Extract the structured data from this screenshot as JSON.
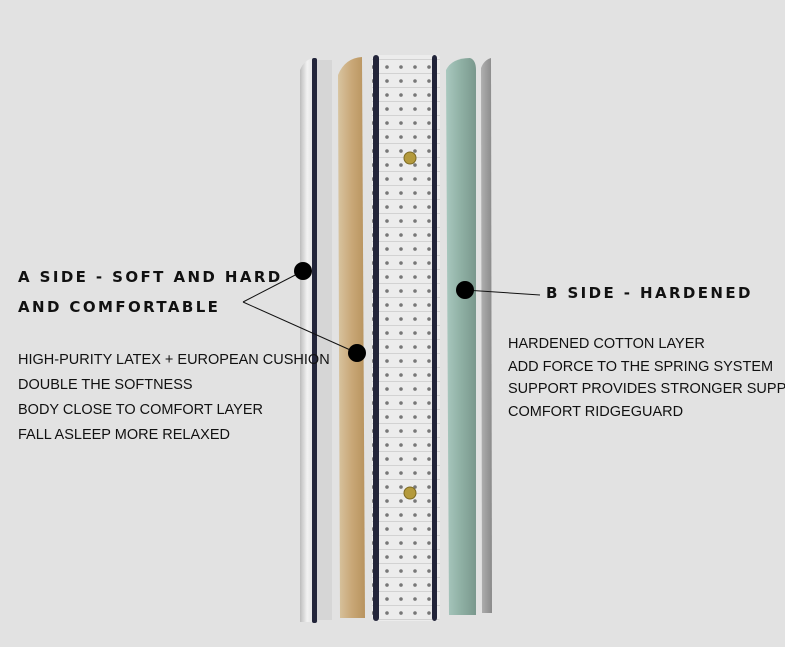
{
  "a_side": {
    "heading_line1": "A SIDE - SOFT AND HARD",
    "heading_line2": "AND COMFORTABLE",
    "features": [
      "HIGH-PURITY LATEX + EUROPEAN CUSHION",
      "DOUBLE THE SOFTNESS",
      "BODY CLOSE TO COMFORT LAYER",
      "FALL ASLEEP MORE RELAXED"
    ]
  },
  "b_side": {
    "heading": "B SIDE - HARDENED",
    "features": [
      "HARDENED COTTON LAYER",
      "ADD FORCE TO THE SPRING SYSTEM",
      "SUPPORT PROVIDES STRONGER SUPPORT",
      "COMFORT RIDGEGUARD"
    ]
  },
  "colors": {
    "background": "#e2e2e2",
    "latex": "#c8a878",
    "hardened_cotton": "#8fb0a4",
    "piping": "#23253a",
    "marker": "#000000"
  }
}
